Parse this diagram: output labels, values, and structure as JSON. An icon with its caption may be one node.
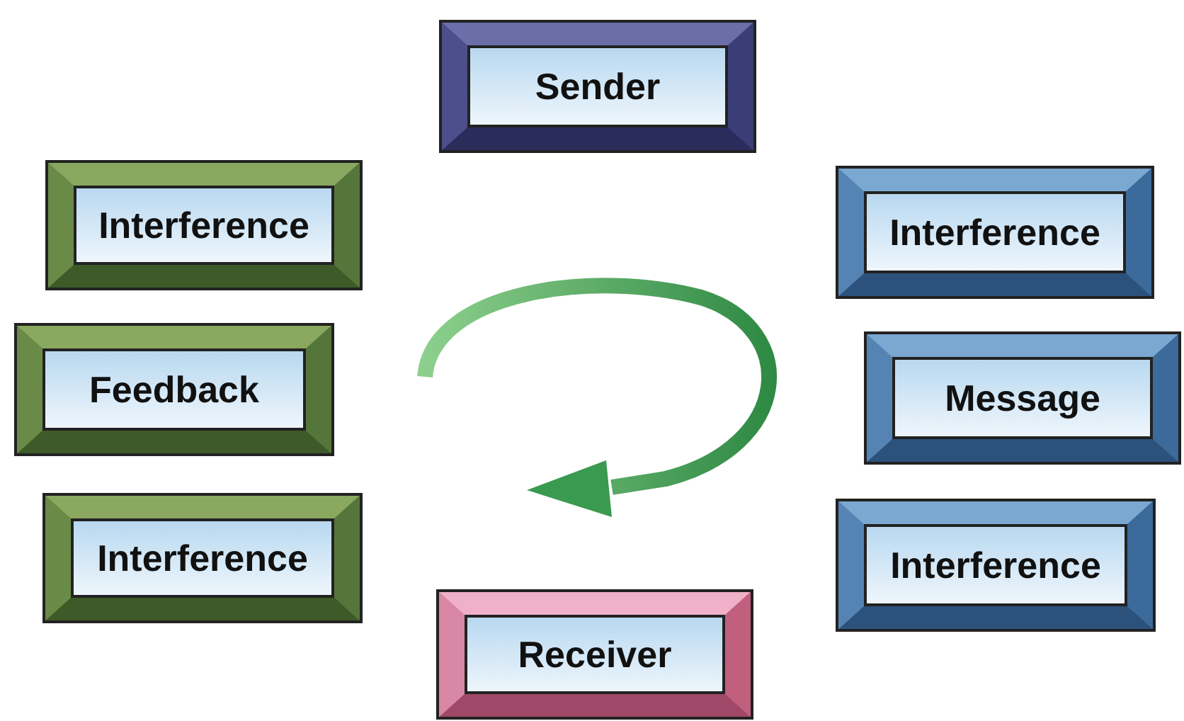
{
  "diagram": {
    "nodes": [
      {
        "text": [
          "Sender"
        ]
      },
      {
        "text": [
          "Interference"
        ]
      },
      {
        "text": [
          "Interference"
        ]
      },
      {
        "text": [
          "Feedback"
        ]
      },
      {
        "text": [
          "Message"
        ]
      },
      {
        "text": [
          "Interference"
        ]
      },
      {
        "text": [
          "Interference"
        ]
      },
      {
        "text": [
          "Receiver"
        ]
      }
    ]
  }
}
